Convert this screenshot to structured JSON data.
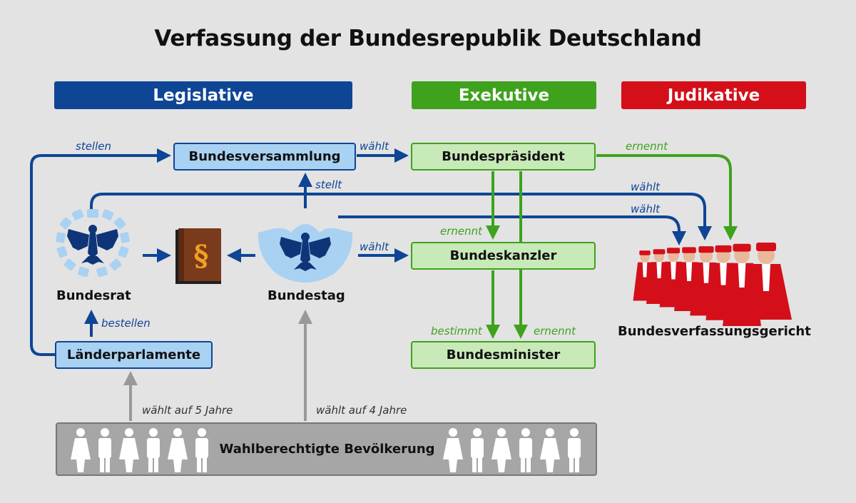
{
  "title": "Verfassung der Bundesrepublik Deutschland",
  "headers": {
    "legislative": "Legislative",
    "executive": "Exekutive",
    "judicative": "Judikative"
  },
  "nodes": {
    "bundesversammlung": "Bundesversammlung",
    "bundespraesident": "Bundespräsident",
    "bundeskanzler": "Bundeskanzler",
    "bundesminister": "Bundesminister",
    "laenderparlamente": "Länderparlamente",
    "bundesrat": "Bundesrat",
    "bundestag": "Bundestag",
    "bundesverfassungsgericht": "Bundesverfassungsgericht",
    "voters": "Wahlberechtigte Bevölkerung"
  },
  "edge_labels": {
    "stellen": "stellen",
    "waehlt_bv_bp": "wählt",
    "ernennt_bp_bvg": "ernennt",
    "stellt": "stellt",
    "waehlt_br_bvg": "wählt",
    "waehlt_bt_bvg": "wählt",
    "ernennt_bp_bk": "ernennt",
    "waehlt_bt_bk": "wählt",
    "bestellen": "bestellen",
    "bestimmt": "bestimmt",
    "ernennt_bp_bm": "ernennt",
    "waehlt_5": "wählt auf 5 Jahre",
    "waehlt_4": "wählt auf 4 Jahre"
  },
  "icons": {
    "law_book": "§"
  },
  "colors": {
    "legislative": "#0e4595",
    "executive": "#3ea21d",
    "judicative": "#d40f1a",
    "voters": "#a6a6a6",
    "bundestag_blue": "#a9d1f2"
  }
}
